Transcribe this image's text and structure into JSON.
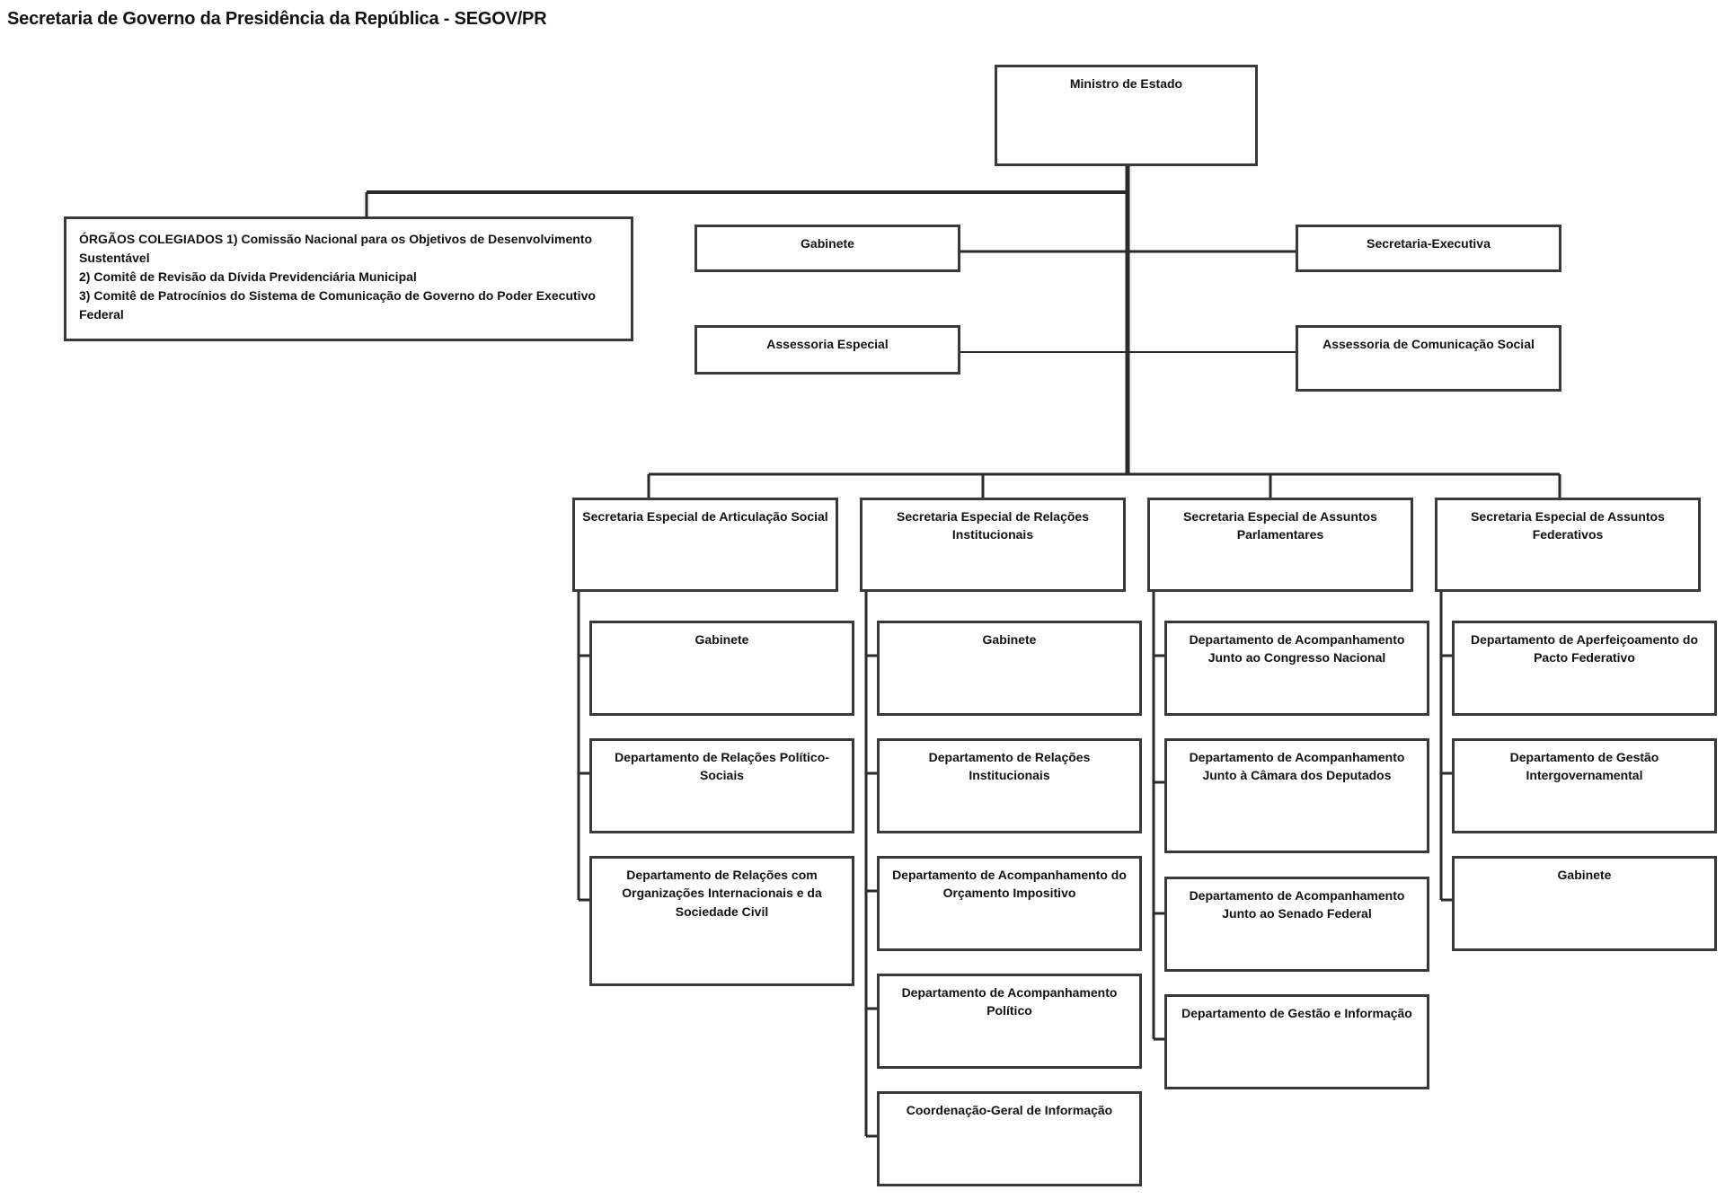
{
  "page_title": "Secretaria de Governo da Presidência da República - SEGOV/PR",
  "minister": "Ministro de Estado",
  "orgaos": {
    "lead": "ÓRGÃOS COLEGIADOS",
    "line1": "1) Comissão Nacional para os Objetivos de Desenvolvimento Sustentável",
    "line2": "2) Comitê de Revisão da Dívida Previdenciária Municipal",
    "line3": "3) Comitê de Patrocínios do Sistema de Comunicação de Governo do Poder Executivo Federal"
  },
  "staff": {
    "gabinete": "Gabinete",
    "secretaria_executiva": "Secretaria-Executiva",
    "assessoria_especial": "Assessoria Especial",
    "assessoria_comunicacao": "Assessoria de Comunicação Social"
  },
  "secretarias": [
    {
      "name": "Secretaria Especial de Articulação Social",
      "units": [
        "Gabinete",
        "Departamento de Relações Político-Sociais",
        "Departamento de Relações com Organizações Internacionais e da Sociedade Civil"
      ]
    },
    {
      "name": "Secretaria Especial de Relações Institucionais",
      "units": [
        "Gabinete",
        "Departamento de Relações Institucionais",
        "Departamento de Acompanhamento do Orçamento Impositivo",
        "Departamento de Acompanhamento Político",
        "Coordenação-Geral de Informação"
      ]
    },
    {
      "name": "Secretaria Especial de Assuntos Parlamentares",
      "units": [
        "Departamento de Acompanhamento Junto ao Congresso Nacional",
        "Departamento de Acompanhamento Junto à Câmara dos Deputados",
        "Departamento de Acompanhamento Junto ao Senado Federal",
        "Departamento de Gestão e Informação"
      ]
    },
    {
      "name": "Secretaria Especial de Assuntos Federativos",
      "units": [
        "Departamento de Aperfeiçoamento do Pacto Federativo",
        "Departamento de Gestão Intergovernamental",
        "Gabinete"
      ]
    }
  ]
}
